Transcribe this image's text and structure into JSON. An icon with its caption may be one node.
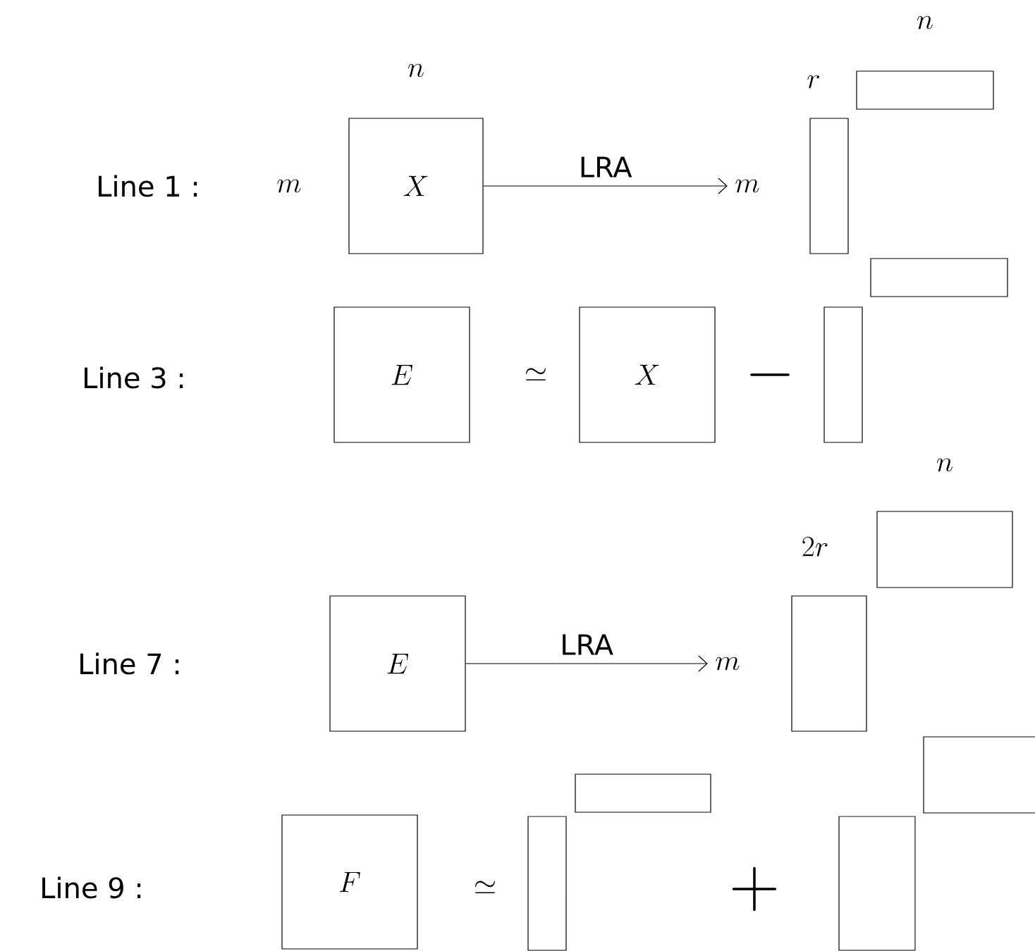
{
  "diagram": {
    "nodes": [
      {
        "text": [
          "X"
        ]
      },
      {
        "text": [
          "m"
        ]
      },
      {
        "text": [],
        "shape": "box"
      },
      {
        "text": [],
        "shape": "box"
      },
      {
        "text": [
          "E"
        ]
      },
      {
        "text": [
          "X"
        ]
      },
      {
        "text": [],
        "shape": "box"
      },
      {
        "text": [],
        "shape": "box"
      },
      {
        "text": [
          "E"
        ]
      },
      {
        "text": [
          "m"
        ]
      },
      {
        "text": [],
        "shape": "box"
      },
      {
        "text": [],
        "shape": "box"
      },
      {
        "text": [
          "F"
        ]
      },
      {
        "text": [],
        "shape": "box"
      },
      {
        "text": [],
        "shape": "box"
      },
      {
        "text": [],
        "shape": "box"
      },
      {
        "text": [],
        "shape": "box"
      }
    ],
    "edges": [
      {
        "from": 0,
        "to": 1,
        "arrow": "to",
        "label": "LRA"
      },
      {
        "from": 8,
        "to": 9,
        "arrow": "to",
        "label": "LRA"
      }
    ],
    "labels": [
      "n",
      "n",
      "r",
      "Line 1 :",
      "m",
      "Line 3 :",
      "\\simeq",
      "-",
      "n",
      "2r",
      "Line 7 :",
      "Line 9 :",
      "\\simeq",
      "+"
    ]
  }
}
